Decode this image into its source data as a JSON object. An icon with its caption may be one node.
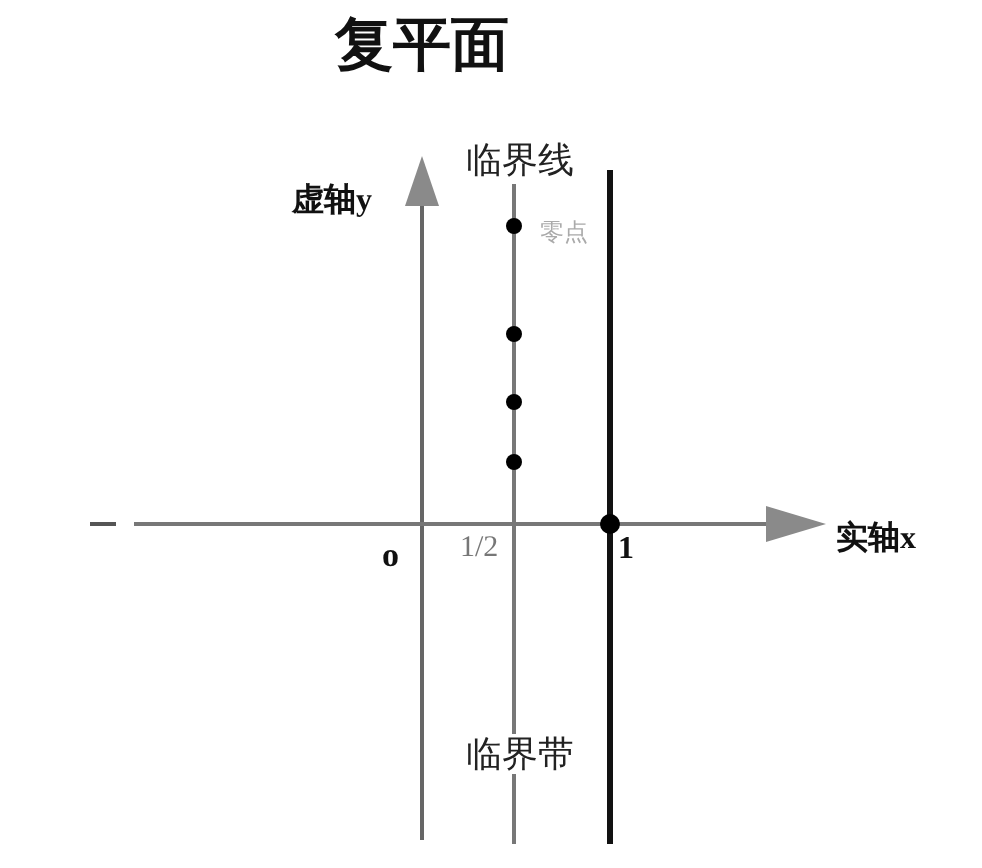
{
  "diagram": {
    "title": "复平面",
    "labels": [
      "临界线",
      "虚轴y",
      "零点",
      "o",
      "1/2",
      "1",
      "实轴x",
      "临界带"
    ]
  }
}
